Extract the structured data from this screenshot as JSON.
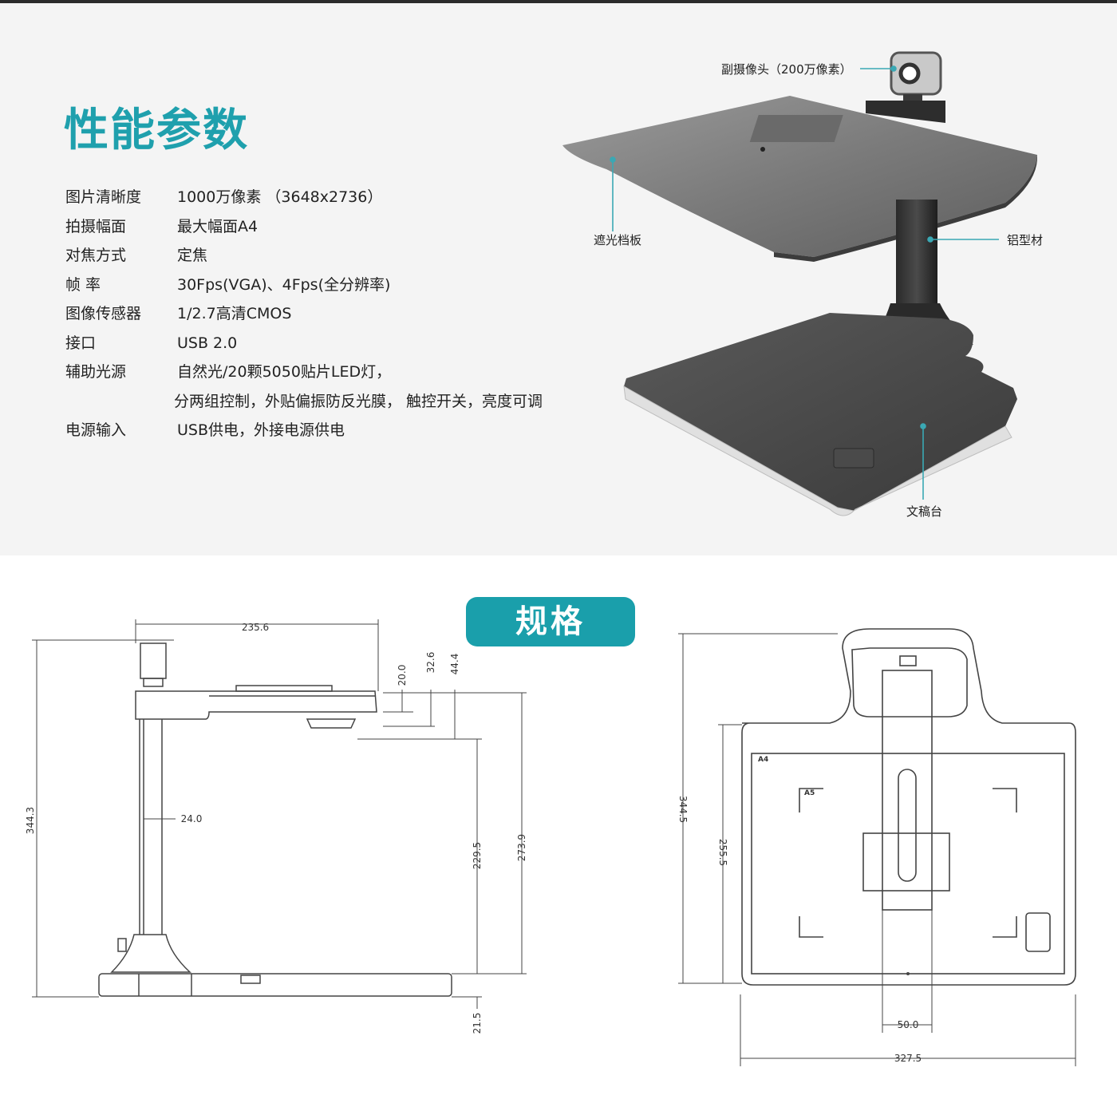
{
  "performance": {
    "title": "性能参数",
    "specs": [
      {
        "label": "图片清晰度",
        "value": "1000万像素 （3648x2736）"
      },
      {
        "label": "拍摄幅面",
        "value": "最大幅面A4"
      },
      {
        "label": "对焦方式",
        "value": "定焦"
      },
      {
        "label": "帧 率",
        "value": "30Fps(VGA)、4Fps(全分辨率)"
      },
      {
        "label": "图像传感器",
        "value": "1/2.7高清CMOS"
      },
      {
        "label": "接口",
        "value": "USB 2.0"
      },
      {
        "label": "辅助光源",
        "value": "自然光/20颗5050贴片LED灯，"
      },
      {
        "label": "",
        "value": "分两组控制，外贴偏振防反光膜， 触控开关，亮度可调"
      },
      {
        "label": "电源输入",
        "value": "USB供电，外接电源供电"
      }
    ],
    "callouts": {
      "camera": "副摄像头（200万像素）",
      "shade": "遮光档板",
      "profile": "铝型材",
      "platform": "文稿台"
    }
  },
  "dimensions": {
    "title": "规格",
    "side_view": {
      "width_top": "235.6",
      "d1": "20.0",
      "d2": "32.6",
      "d3": "44.4",
      "pole": "24.0",
      "total_height": "344.3",
      "inner_height": "229.5",
      "arm_height": "273.9",
      "base_height": "21.5"
    },
    "top_view": {
      "total_depth": "344.5",
      "tray_depth": "255.5",
      "column_width": "50.0",
      "total_width": "327.5",
      "paper_a4": "A4",
      "paper_a5": "A5"
    }
  },
  "colors": {
    "accent": "#1fa0ad",
    "badge": "#1a9fab",
    "panel": "#f4f4f4"
  }
}
